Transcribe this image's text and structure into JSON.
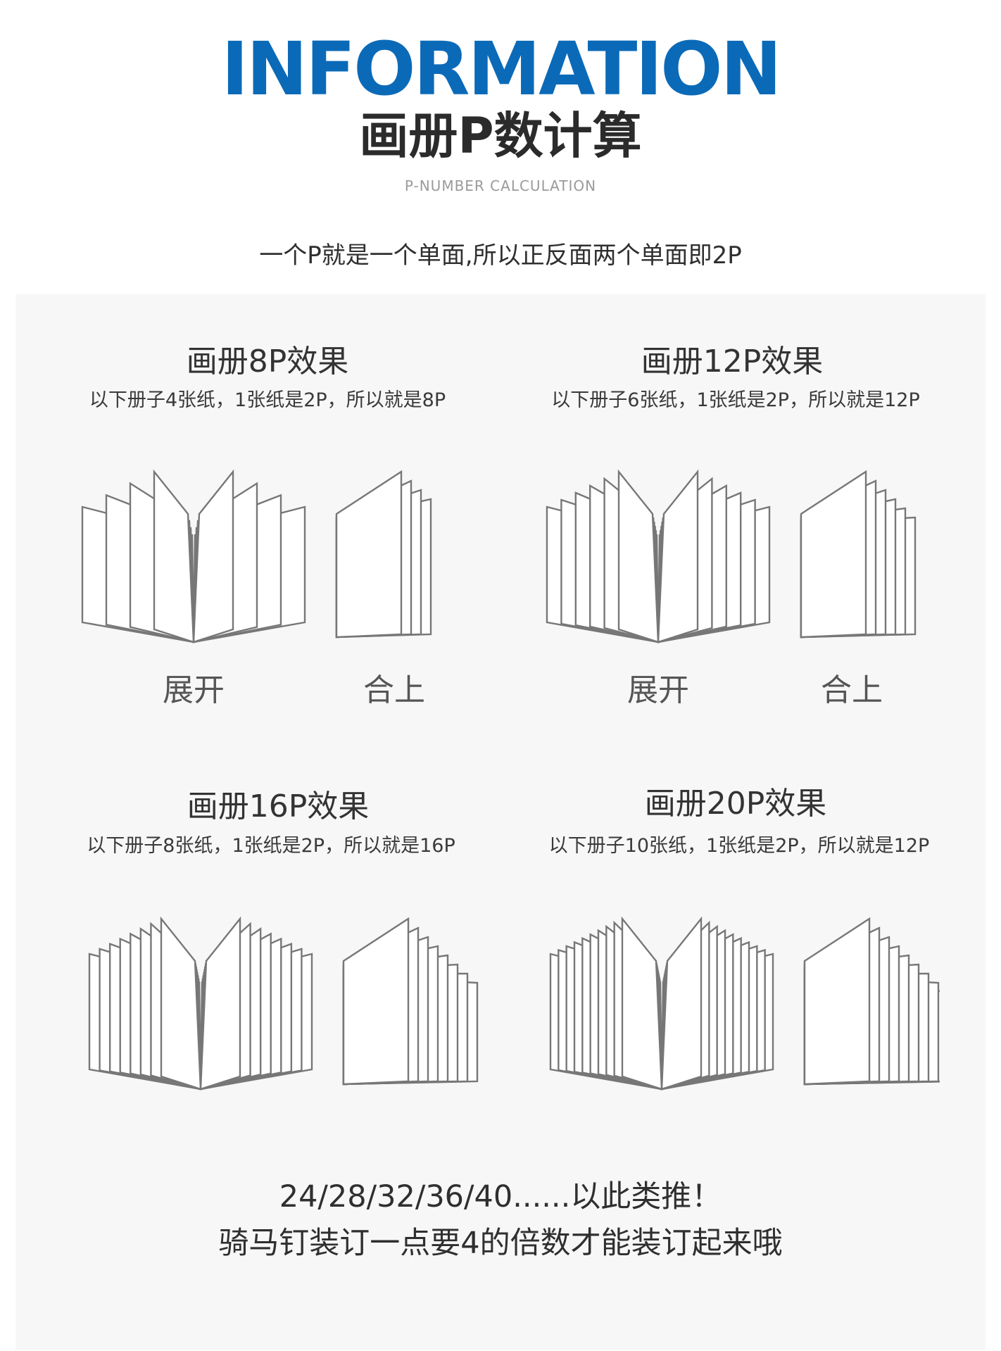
{
  "header": {
    "title_en": "INFORMATION",
    "title_cn": "画册P数计算",
    "subtitle_en": "P-NUMBER CALCULATION",
    "intro": "一个P就是一个单面,所以正反面两个单面即2P"
  },
  "sections": [
    {
      "title": "画册8P效果",
      "desc": "以下册子4张纸，1张纸是2P，所以就是8P",
      "open_label": "展开",
      "closed_label": "合上",
      "sheets": 4
    },
    {
      "title": "画册12P效果",
      "desc": "以下册子6张纸，1张纸是2P，所以就是12P",
      "open_label": "展开",
      "closed_label": "合上",
      "sheets": 6
    },
    {
      "title": "画册16P效果",
      "desc": "以下册子8张纸，1张纸是2P，所以就是16P",
      "sheets": 8
    },
    {
      "title": "画册20P效果",
      "desc": "以下册子10张纸，1张纸是2P，所以就是12P",
      "sheets": 10
    }
  ],
  "footer": {
    "line1": "24/28/32/36/40......以此类推！",
    "line2": "骑马钉装订一点要4的倍数才能装订起来哦"
  },
  "colors": {
    "accent": "#0b6ab8",
    "text_dark": "#2b2b2b",
    "stroke": "#777777"
  }
}
